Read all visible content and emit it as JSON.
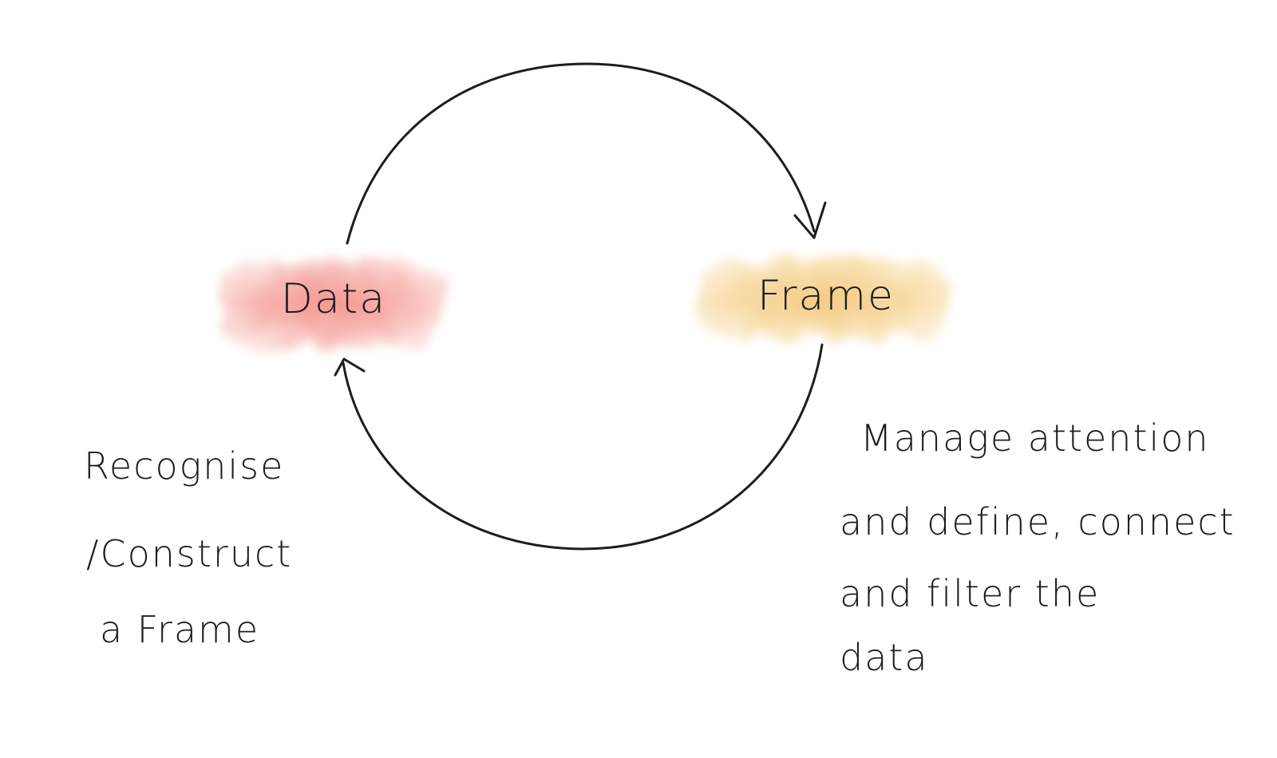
{
  "nodes": {
    "data": {
      "label": "Data",
      "color": "#f4a3a0"
    },
    "frame": {
      "label": "Frame",
      "color": "#f5d28e"
    }
  },
  "notes": {
    "left": {
      "line1": "Recognise",
      "line2": "/Construct",
      "line3": "a Frame"
    },
    "right": {
      "line1": "Manage attention",
      "line2": "and define, connect",
      "line3": "and filter the",
      "line4": "data"
    }
  },
  "colors": {
    "ink": "#1d1d1d"
  }
}
